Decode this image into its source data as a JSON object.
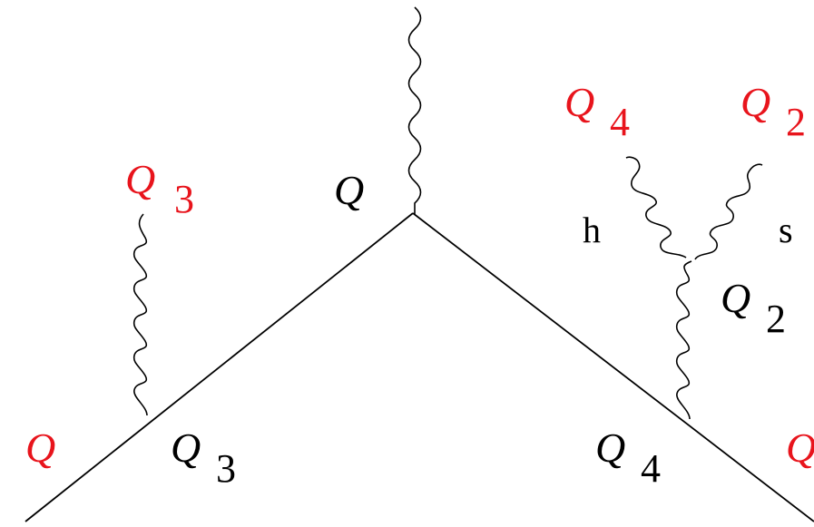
{
  "colors": {
    "line": "#000000",
    "label_black": "#000000",
    "label_red": "#e8141c",
    "background": "#ffffff"
  },
  "labels": {
    "photon_vertex": {
      "Q": "Q"
    },
    "incoming_quark": {
      "Q": "Q"
    },
    "outgoing_quark": {
      "Q": "Q"
    },
    "left_gluon_top": {
      "Q": "Q",
      "sub": "3"
    },
    "left_quark_line": {
      "Q": "Q",
      "sub": "3"
    },
    "right_quark_line": {
      "Q": "Q",
      "sub": "4"
    },
    "right_gluon_mid": {
      "Q": "Q",
      "sub": "2"
    },
    "top_h": {
      "Q": "Q",
      "sub": "4"
    },
    "top_s": {
      "Q": "Q",
      "sub": "2"
    },
    "h_label": "h",
    "s_label": "s"
  }
}
